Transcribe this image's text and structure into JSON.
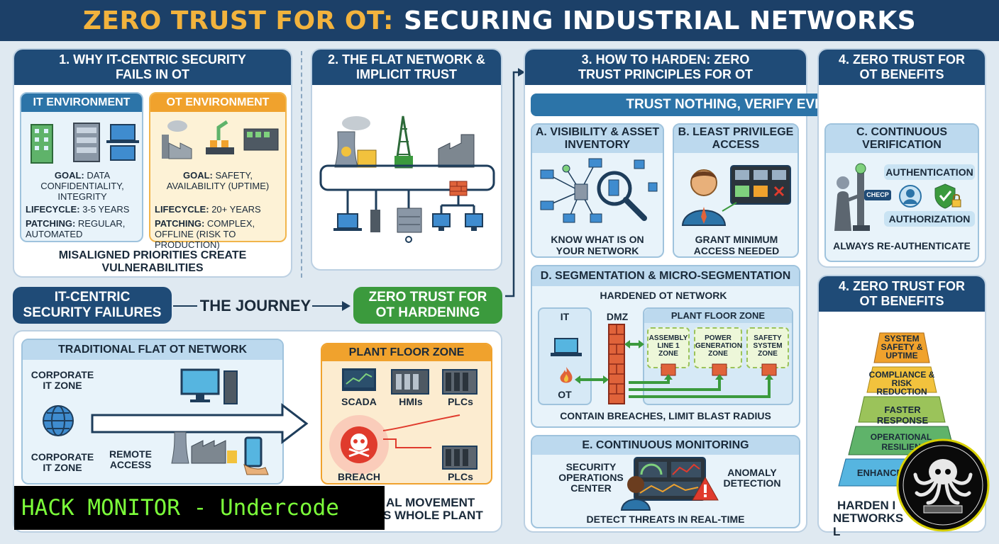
{
  "header": {
    "title_accent": "ZERO TRUST FOR OT:",
    "title_main": "SECURING INDUSTRIAL NETWORKS"
  },
  "section1": {
    "title": "1. WHY IT-CENTRIC SECURITY FAILS IN OT",
    "it": {
      "title": "IT ENVIRONMENT",
      "goal_k": "GOAL:",
      "goal_v": "DATA CONFIDENTIALITY, INTEGRITY",
      "life_k": "LIFECYCLE:",
      "life_v": "3-5 YEARS",
      "patch_k": "PATCHING:",
      "patch_v": "REGULAR, AUTOMATED"
    },
    "ot": {
      "title": "OT ENVIRONMENT",
      "goal_k": "GOAL:",
      "goal_v": "SAFETY, AVAILABILITY (UPTIME)",
      "life_k": "LIFECYCLE:",
      "life_v": "20+ YEARS",
      "patch_k": "PATCHING:",
      "patch_v": "COMPLEX, OFFLINE (RISK TO PRODUCTION)"
    },
    "footer": "MISALIGNED PRIORITIES CREATE VULNERABILITIES"
  },
  "section2": {
    "title": "2. THE FLAT NETWORK & IMPLICIT TRUST"
  },
  "journey": {
    "left": "IT-CENTRIC SECURITY FAILURES",
    "middle": "THE JOURNEY",
    "right": "ZERO TRUST FOR OT HARDENING"
  },
  "flat": {
    "title": "TRADITIONAL FLAT OT NETWORK",
    "corp1": "CORPORATE IT ZONE",
    "corp2": "CORPORATE IT ZONE",
    "remote": "REMOTE ACCESS",
    "plant_title": "PLANT FLOOR ZONE",
    "scada": "SCADA",
    "hmis": "HMIs",
    "plcs1": "PLCs",
    "plcs2": "PLCs",
    "breach": "BREACH",
    "caption1": "AL MOVEMENT",
    "caption2": "S WHOLE PLANT"
  },
  "section3": {
    "title": "3. HOW TO HARDEN: ZERO TRUST PRINCIPLES FOR OT",
    "banner": "TRUST NOTHING, VERIFY EVERYTHING",
    "a": {
      "title": "A. VISIBILITY & ASSET INVENTORY",
      "caption": "KNOW WHAT IS ON YOUR NETWORK"
    },
    "b": {
      "title": "B. LEAST PRIVILEGE ACCESS",
      "caption": "GRANT MINIMUM ACCESS NEEDED"
    },
    "d": {
      "title": "D. SEGMENTATION & MICRO-SEGMENTATION",
      "subtitle": "HARDENED OT NETWORK",
      "it": "IT",
      "ot": "OT",
      "dmz": "DMZ",
      "plant": "PLANT FLOOR ZONE",
      "z1": "ASSEMBLY LINE 1 ZONE",
      "z2": "POWER GENERATION ZONE",
      "z3": "SAFETY SYSTEM ZONE",
      "caption": "CONTAIN BREACHES, LIMIT BLAST RADIUS"
    },
    "e": {
      "title": "E. CONTINUOUS MONITORING",
      "soc": "SECURITY OPERATIONS CENTER",
      "anomaly": "ANOMALY DETECTION",
      "caption": "DETECT THREATS IN REAL-TIME"
    }
  },
  "section4a": {
    "title": "4. ZERO TRUST FOR OT BENEFITS",
    "c_title": "C. CONTINUOUS VERIFICATION",
    "authn": "AUTHENTICATION",
    "authz": "AUTHORIZATION",
    "check": "CHECP",
    "caption": "ALWAYS RE-AUTHENTICATE"
  },
  "section4b": {
    "title": "4. ZERO TRUST FOR OT BENEFITS",
    "pyramid": [
      "SYSTEM SAFETY & UPTIME",
      "COMPLIANCE & RISK REDUCTION",
      "FASTER RESPONSE",
      "OPERATIONAL RESILIEN",
      "ENHANCE"
    ],
    "footer1": "HARDEN I",
    "footer2": "NETWORKS L"
  },
  "watermark": {
    "text": "HACK MONITOR - Undercode"
  },
  "colors": {
    "navy": "#1c4068",
    "accent": "#f2b33d",
    "green": "#3b9a3d",
    "red": "#e03b2d",
    "blue": "#2c74a8"
  }
}
